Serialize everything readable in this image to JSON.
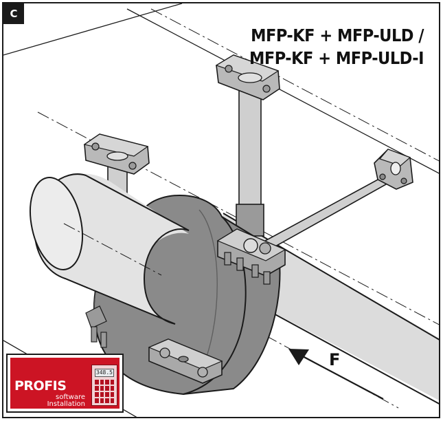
{
  "figure": {
    "corner_label": "C",
    "title_line1": "MFP-KF + MFP-ULD /",
    "title_line2": "MFP-KF + MFP-ULD-I",
    "force_label": "F"
  },
  "logo": {
    "brand": "PROFIS",
    "sub1": "software",
    "sub2": "Installation",
    "calc_display": "348.5"
  },
  "colors": {
    "accent_red": "#cc1424",
    "pipe_fill": "#e3e3e3",
    "insulation_fill": "#8a8a8a",
    "outline": "#1a1a1a"
  }
}
